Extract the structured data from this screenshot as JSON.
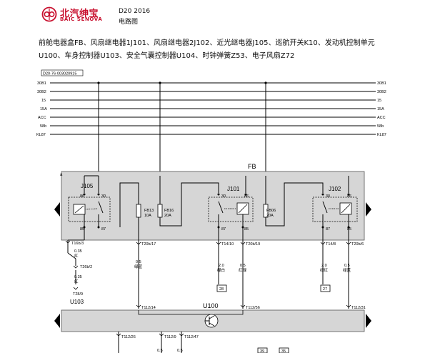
{
  "brand": {
    "name_cn": "北汽绅宝",
    "name_en": "BAIC SENOVA"
  },
  "doc": {
    "model": "D20 2016",
    "type": "电路图",
    "code": "D20-76-003020915",
    "desc_line1": "前舱电器盒FB、风扇继电器1J101、风扇继电器2J102、近光继电器J105、巡航开关K10、发动机控制单元",
    "desc_line2": "U100、车身控制器U103、安全气囊控制器U104、时钟弹簧Z53、电子风扇Z72"
  },
  "rails": [
    {
      "left": "30B1",
      "right": "30B1"
    },
    {
      "left": "30B2",
      "right": "30B2"
    },
    {
      "left": "15",
      "right": "15"
    },
    {
      "left": "15A",
      "right": "15A"
    },
    {
      "left": "ACC",
      "right": "ACC"
    },
    {
      "left": "58b",
      "right": "58b"
    },
    {
      "left": "KL87",
      "right": "KL87"
    }
  ],
  "fusebox": {
    "name": "FB",
    "corner": "a"
  },
  "relays": [
    {
      "name": "J105",
      "pin_top_left": "86",
      "pin_top_right": "30",
      "pin_bot_left": "85",
      "pin_bot_right": "87"
    },
    {
      "name": "J101",
      "pin_top_left": "30",
      "pin_top_right": "86",
      "pin_bot_left": "87",
      "pin_bot_right": "85"
    },
    {
      "name": "J102",
      "pin_top_left": "30",
      "pin_top_right": "86",
      "pin_bot_left": "87",
      "pin_bot_right": "85"
    }
  ],
  "fuses": [
    {
      "name": "FB13",
      "rating": "10A"
    },
    {
      "name": "FB16",
      "rating": "20A"
    },
    {
      "name": "FB06",
      "rating": "20A"
    }
  ],
  "connectors": {
    "t16b3": "T16b/3",
    "t26b2": "T26b/2",
    "t28_9": "T28/9",
    "t20b17": "T20b/17",
    "t14_10": "T14/10",
    "t20b19": "T20b/19",
    "t14_8": "T14/8",
    "t20b6": "T20b/6",
    "t112_14": "T112/14",
    "t112_56": "T112/56",
    "t112_31": "T112/31",
    "t112_26": "T112/26",
    "t112_9": "T112/9",
    "t112_47": "T112/47"
  },
  "wires": {
    "w1_size": "0.35",
    "w1_color": "红",
    "w2_size": "0.35",
    "w2_color": "红",
    "w3_size": "0.5",
    "w3_color": "绿蓝",
    "w4_size": "2.0",
    "w4_color": "绿白",
    "w5_size": "0.5",
    "w5_color": "红绿",
    "w6_size": "2.0",
    "w6_color": "绿红",
    "w7_size": "0.5",
    "w7_color": "绿蓝",
    "w8_size": "0.5",
    "w9_size": "0.5"
  },
  "refs": {
    "r28": "28",
    "r27": "27",
    "r39": "39",
    "r35": "35"
  },
  "modules": {
    "u103": "U103",
    "u100": "U100"
  }
}
